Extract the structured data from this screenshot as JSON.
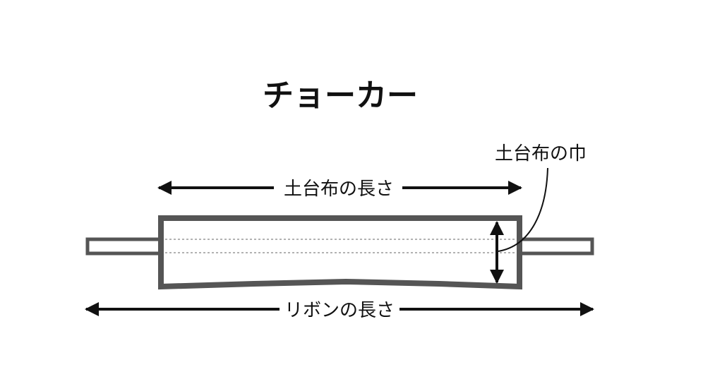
{
  "title": "チョーカー",
  "labels": {
    "base_fabric_length": "土台布の長さ",
    "base_fabric_width": "土台布の巾",
    "ribbon_length": "リボンの長さ"
  },
  "colors": {
    "stroke": "#111111",
    "fabric_border": "#555555",
    "fold_line": "#999999",
    "background": "#ffffff"
  }
}
